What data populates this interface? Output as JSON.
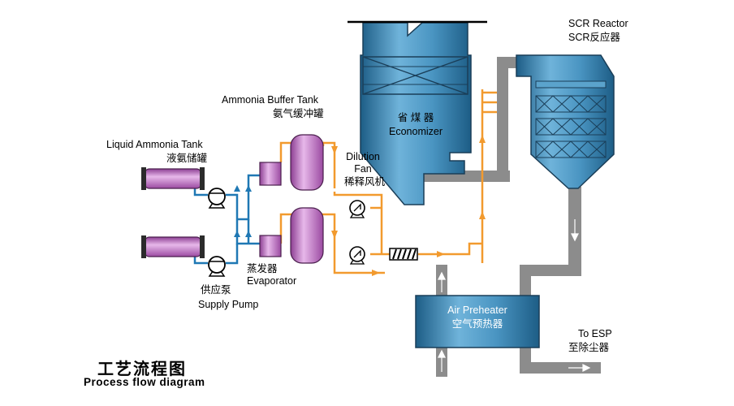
{
  "title": {
    "cn": "工艺流程图",
    "en": "Process flow diagram"
  },
  "labels": {
    "liquid_ammonia_tank": {
      "en": "Liquid Ammonia Tank",
      "cn": "液氨储罐"
    },
    "ammonia_buffer_tank": {
      "en": "Ammonia Buffer Tank",
      "cn": "氨气缓冲罐"
    },
    "dilution_fan": {
      "en1": "Dilution",
      "en2": "Fan",
      "cn": "稀释风机"
    },
    "economizer": {
      "cn": "省 煤 器",
      "en": "Economizer"
    },
    "scr_reactor": {
      "en": "SCR Reactor",
      "cn": "SCR反应器"
    },
    "evaporator": {
      "cn": "蒸发器",
      "en": "Evaporator"
    },
    "supply_pump": {
      "cn": "供应泵",
      "en": "Supply Pump"
    },
    "air_preheater": {
      "en": "Air Preheater",
      "cn": "空气预热器"
    },
    "to_esp": {
      "en": "To ESP",
      "cn": "至除尘器"
    }
  },
  "colors": {
    "vessel_blue": "#3f87b3",
    "pipe_orange": "#f29a2e",
    "pipe_blue": "#1f78b4",
    "duct_gray": "#8c8c8c",
    "tank_purple": "#c06ec4"
  }
}
